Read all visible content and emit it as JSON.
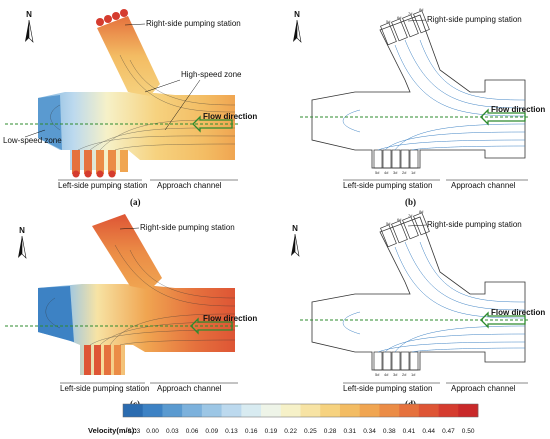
{
  "panels": {
    "a": {
      "sublabel": "(a)",
      "compass": "N",
      "right_station": "Right-side pumping station",
      "high_speed": "High-speed zone",
      "flow": "Flow direction",
      "low_speed": "Low-speed zone",
      "left_station": "Left-side pumping station",
      "approach": "Approach channel"
    },
    "b": {
      "sublabel": "(b)",
      "compass": "N",
      "right_station": "Right-side pumping station",
      "flow": "Flow direction",
      "left_station": "Left-side pumping station",
      "approach": "Approach channel",
      "right_pumps": [
        "5#",
        "6#",
        "7#",
        "8#"
      ],
      "left_pumps": [
        "5#",
        "4#",
        "3#",
        "2#",
        "1#"
      ]
    },
    "c": {
      "sublabel": "(c)",
      "compass": "N",
      "right_station": "Right-side pumping station",
      "flow": "Flow direction",
      "left_station": "Left-side pumping station",
      "approach": "Approach channel"
    },
    "d": {
      "sublabel": "(d)",
      "compass": "N",
      "right_station": "Right-side pumping station",
      "flow": "Flow direction",
      "left_station": "Left-side pumping station",
      "approach": "Approach channel",
      "right_pumps": [
        "5#",
        "6#",
        "7#",
        "8#"
      ],
      "left_pumps": [
        "5#",
        "4#",
        "3#",
        "2#",
        "1#"
      ]
    }
  },
  "colorbar": {
    "title": "Velocity(m/s):",
    "ticks": [
      "-0.03",
      "0.00",
      "0.03",
      "0.06",
      "0.09",
      "0.13",
      "0.16",
      "0.19",
      "0.22",
      "0.25",
      "0.28",
      "0.31",
      "0.34",
      "0.38",
      "0.41",
      "0.44",
      "0.47",
      "0.50"
    ],
    "colors": [
      "#2b6cb0",
      "#3d82c4",
      "#5a9ad0",
      "#7cb1dc",
      "#9cc6e5",
      "#bcd9ee",
      "#d8ebf1",
      "#eef4e8",
      "#f6f1c8",
      "#f7e3a4",
      "#f6d27f",
      "#f3bc63",
      "#f0a551",
      "#eb8c46",
      "#e5713d",
      "#de5535",
      "#d53c2f",
      "#c9292a"
    ]
  }
}
